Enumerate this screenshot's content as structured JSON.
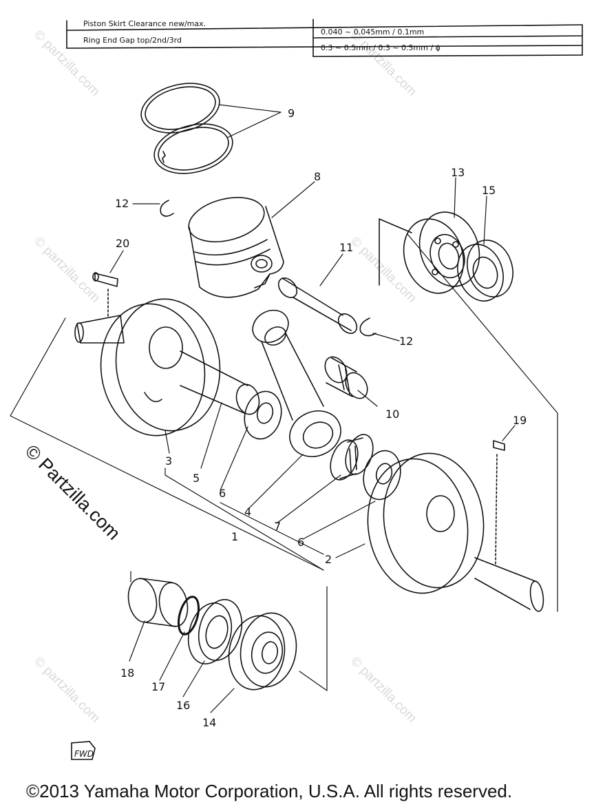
{
  "specs": [
    {
      "label": "Piston Skirt Clearance new/max.",
      "value": "0.040 ~ 0.045mm / 0.1mm"
    },
    {
      "label": "Ring End Gap top/2nd/3rd",
      "value": "0.3 ~ 0.5mm / 0.3 ~ 0.5mm / ϕ"
    }
  ],
  "callouts": [
    "9",
    "8",
    "12",
    "13",
    "15",
    "20",
    "11",
    "12",
    "10",
    "19",
    "3",
    "5",
    "6",
    "4",
    "7",
    "1",
    "6",
    "2",
    "18",
    "17",
    "16",
    "14"
  ],
  "watermark_small": "© partzilla.com",
  "watermark_large": "© Partzilla.com",
  "fwd_label": "FWD",
  "copyright": "©2013 Yamaha Motor Corporation, U.S.A. All rights reserved.",
  "colors": {
    "ink": "#111111",
    "watermark": "#d9d9d9"
  }
}
